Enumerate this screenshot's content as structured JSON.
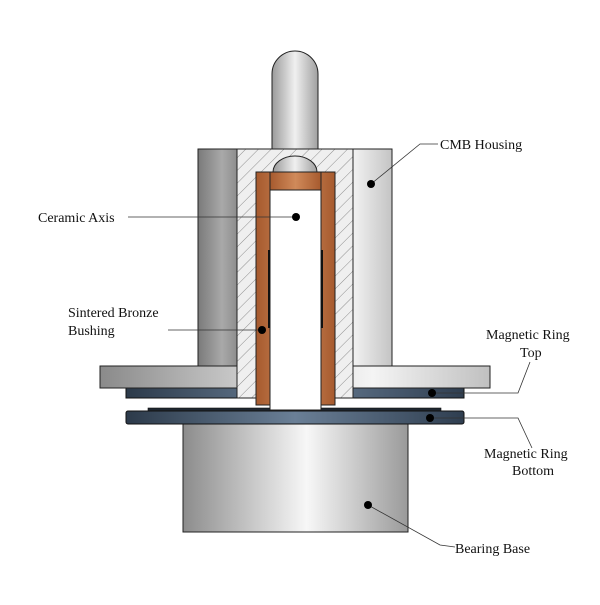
{
  "labels": {
    "cmb_housing": "CMB Housing",
    "ceramic_axis": "Ceramic Axis",
    "bushing_line1": "Sintered Bronze",
    "bushing_line2": "Bushing",
    "ring_top_line1": "Magnetic Ring",
    "ring_top_line2": "Top",
    "ring_bottom_line1": "Magnetic Ring",
    "ring_bottom_line2": "Bottom",
    "bearing_base": "Bearing Base"
  },
  "colors": {
    "bronze": "#b8693a",
    "ring": "#3a4d62",
    "housing": "#b0b0b0"
  }
}
